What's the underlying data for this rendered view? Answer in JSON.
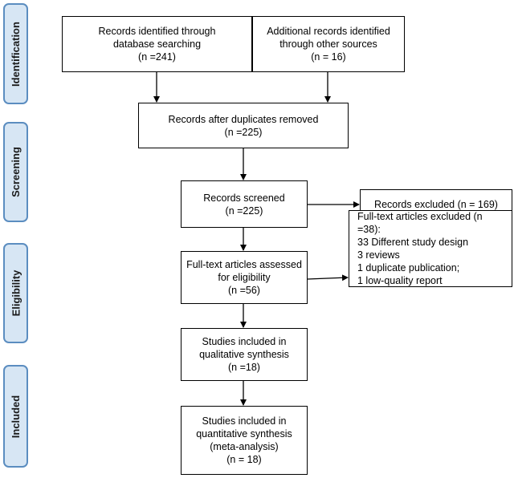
{
  "stages": {
    "identification": "Identification",
    "screening": "Screening",
    "eligibility": "Eligibility",
    "included": "Included"
  },
  "boxes": {
    "database": "Records identified through\ndatabase searching\n(n =241)",
    "other_sources": "Additional records identified\nthrough other sources\n(n = 16)",
    "duplicates_removed": "Records after duplicates removed\n(n =225)",
    "screened": "Records screened\n(n =225)",
    "excluded": "Records excluded (n = 169)",
    "assessed": "Full-text articles assessed\nfor eligibility\n(n =56)",
    "fulltext_excluded": {
      "title": "Full-text articles excluded (n =38):",
      "reasons": [
        "33 Different study design",
        "3 reviews",
        "1 duplicate publication;",
        "1 low-quality report"
      ]
    },
    "qualitative": "Studies included in\nqualitative synthesis\n(n =18)",
    "quantitative": "Studies included in\nquantitative synthesis\n(meta-analysis)\n(n = 18)"
  },
  "colors": {
    "tab_fill": "#d7e6f4",
    "tab_border": "#5b8dc0",
    "line": "#000000"
  }
}
